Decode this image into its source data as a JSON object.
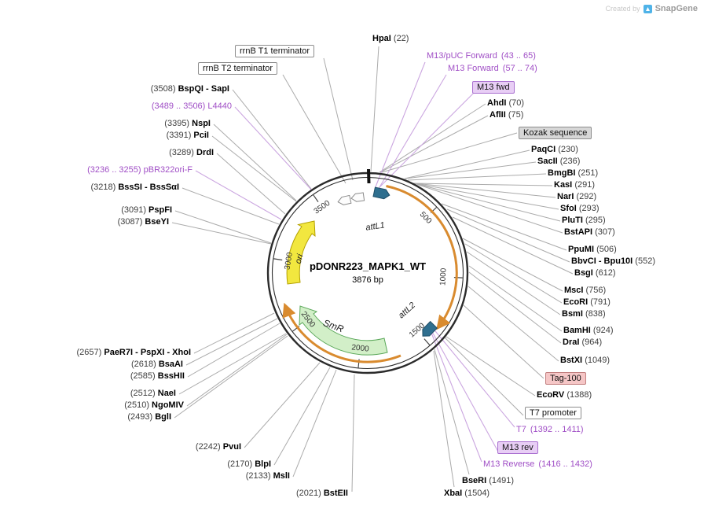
{
  "watermark": {
    "created_by": "Created by",
    "brand": "SnapGene"
  },
  "plasmid": {
    "name": "pDONR223_MAPK1_WT",
    "size": "3876 bp"
  },
  "ticks": [
    "500",
    "1000",
    "1500",
    "2000",
    "2500",
    "3000",
    "3500"
  ],
  "features": {
    "att_l1": "attL1",
    "att_l2": "attL2",
    "ori": "ori",
    "smr": "SmR"
  },
  "boxed": {
    "rrnb_t1": "rrnB T1 terminator",
    "rrnb_t2": "rrnB T2 terminator",
    "m13_fwd": "M13 fwd",
    "kozak": "Kozak sequence",
    "tag_100": "Tag-100",
    "t7_promoter": "T7 promoter",
    "m13_rev": "M13 rev"
  },
  "sites": [
    {
      "name": "HpaI",
      "pos": "(22)"
    },
    {
      "name": "AhdI",
      "pos": "(70)"
    },
    {
      "name": "AflII",
      "pos": "(75)"
    },
    {
      "name": "PaqCI",
      "pos": "(230)"
    },
    {
      "name": "SacII",
      "pos": "(236)"
    },
    {
      "name": "BmgBI",
      "pos": "(251)"
    },
    {
      "name": "KasI",
      "pos": "(291)"
    },
    {
      "name": "NarI",
      "pos": "(292)"
    },
    {
      "name": "SfoI",
      "pos": "(293)"
    },
    {
      "name": "PluTI",
      "pos": "(295)"
    },
    {
      "name": "BstAPI",
      "pos": "(307)"
    },
    {
      "name": "PpuMI",
      "pos": "(506)"
    },
    {
      "name": "BbvCI - Bpu10I",
      "pos": "(552)"
    },
    {
      "name": "BsgI",
      "pos": "(612)"
    },
    {
      "name": "MscI",
      "pos": "(756)"
    },
    {
      "name": "EcoRI",
      "pos": "(791)"
    },
    {
      "name": "BsmI",
      "pos": "(838)"
    },
    {
      "name": "BamHI",
      "pos": "(924)"
    },
    {
      "name": "DraI",
      "pos": "(964)"
    },
    {
      "name": "BstXI",
      "pos": "(1049)"
    },
    {
      "name": "EcoRV",
      "pos": "(1388)"
    },
    {
      "name": "BseRI",
      "pos": "(1491)"
    },
    {
      "name": "XbaI",
      "pos": "(1504)"
    },
    {
      "name": "BstEII",
      "pos": "(2021)"
    },
    {
      "name": "MslI",
      "pos": "(2133)"
    },
    {
      "name": "BlpI",
      "pos": "(2170)"
    },
    {
      "name": "PvuI",
      "pos": "(2242)"
    },
    {
      "name": "BglI",
      "pos": "(2493)"
    },
    {
      "name": "NgoMIV",
      "pos": "(2510)"
    },
    {
      "name": "NaeI",
      "pos": "(2512)"
    },
    {
      "name": "BssHII",
      "pos": "(2585)"
    },
    {
      "name": "BsaAI",
      "pos": "(2618)"
    },
    {
      "name": "PaeR7I - PspXI - XhoI",
      "pos": "(2657)"
    },
    {
      "name": "BseYI",
      "pos": "(3087)"
    },
    {
      "name": "PspFI",
      "pos": "(3091)"
    },
    {
      "name": "BssSI - BssSαI",
      "pos": "(3218)"
    },
    {
      "name": "DrdI",
      "pos": "(3289)"
    },
    {
      "name": "PciI",
      "pos": "(3391)"
    },
    {
      "name": "NspI",
      "pos": "(3395)"
    },
    {
      "name": "BspQI - SapI",
      "pos": "(3508)"
    }
  ],
  "primers": [
    {
      "name": "M13/pUC Forward",
      "pos": "(43 .. 65)"
    },
    {
      "name": "M13 Forward",
      "pos": "(57 .. 74)"
    },
    {
      "name": "T7",
      "pos": "(1392 .. 1411)"
    },
    {
      "name": "M13 Reverse",
      "pos": "(1416 .. 1432)"
    },
    {
      "name": "L4440",
      "pos": "(3489 .. 3506)"
    },
    {
      "name": "pBR322ori-F",
      "pos": "(3236 .. 3255)"
    }
  ]
}
